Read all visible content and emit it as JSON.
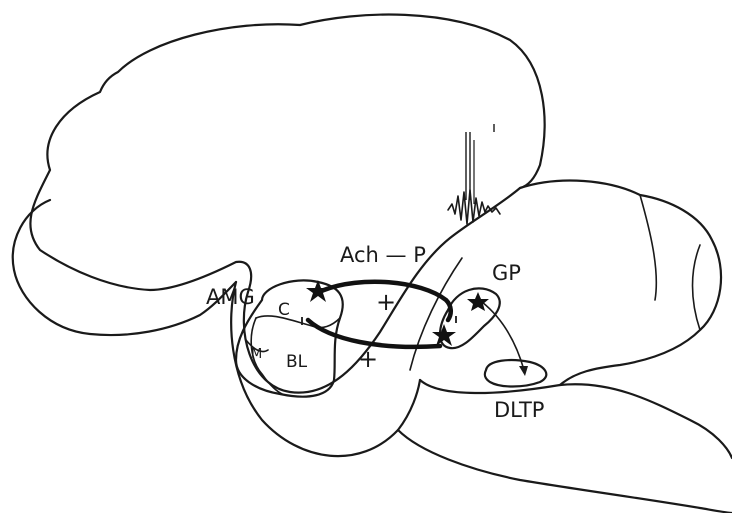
{
  "labels": {
    "amygdala": "AMG",
    "central_nucleus": "C",
    "medial_nucleus": "M",
    "basolateral": "BL",
    "connection": "Ach — P",
    "globus_pallidus": "GP",
    "dltp": "DLTP",
    "sign_upper": "+",
    "sign_lower": "+"
  },
  "colors": {
    "ink": "#1a1a1a",
    "background": "#ffffff"
  },
  "icons": {
    "neuron_marker": "star-icon",
    "recording_trace": "electrode-spike-icon"
  }
}
